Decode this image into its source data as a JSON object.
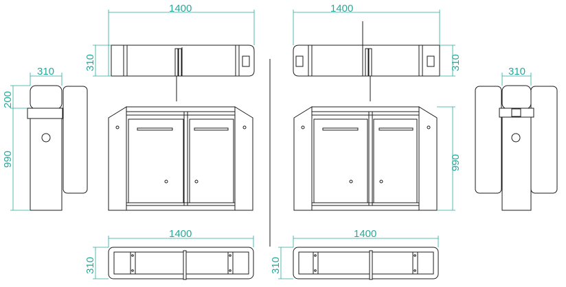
{
  "colors": {
    "line": "#1a1a1a",
    "dimension": "#27a89a",
    "background": "#ffffff"
  },
  "dimensions": {
    "top_left_width": "1400",
    "top_left_depth": "310",
    "top_right_width": "1400",
    "top_right_depth": "310",
    "front_left_height": "990",
    "front_right_height": "990",
    "side_left_width": "310",
    "side_left_cap": "200",
    "side_left_height": "990",
    "side_right_width": "310",
    "bottom_left_width": "1400",
    "bottom_left_depth": "310",
    "bottom_right_width": "1400",
    "bottom_right_depth": "310"
  }
}
